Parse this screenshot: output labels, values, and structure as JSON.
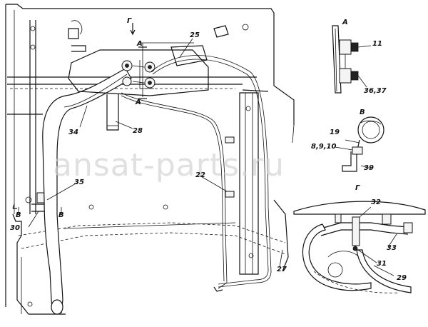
{
  "watermark": "ansat-parts.ru",
  "views": {
    "a": "А",
    "b": "В",
    "g": "Г"
  },
  "callouts": {
    "c11": "11",
    "c19": "19",
    "c22": "22",
    "c25": "25",
    "c27": "27",
    "c28": "28",
    "c29": "29",
    "c30": "30",
    "c31": "31",
    "c32": "32",
    "c33": "33",
    "c34": "34",
    "c35": "35",
    "c36_37": "36,37",
    "c8_9_10": "8,9,10",
    "c39": "39"
  }
}
